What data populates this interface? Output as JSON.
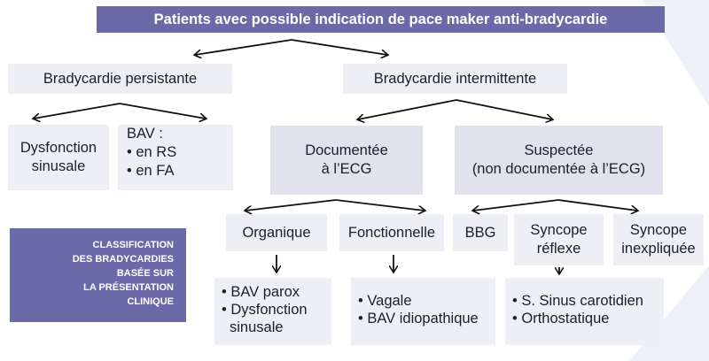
{
  "title": "Patients avec possible indication de pace maker anti-bradycardie",
  "level1": {
    "persistent": "Bradycardie persistante",
    "intermittent": "Bradycardie intermittente"
  },
  "persistent_children": {
    "dysfonction_lines": [
      "Dysfonction",
      "sinusale"
    ],
    "bav_title": "BAV :",
    "bav_items": [
      "• en RS",
      "• en FA"
    ]
  },
  "intermittent_children": {
    "documentee_lines": [
      "Documentée",
      "à l’ECG"
    ],
    "suspectee_lines": [
      "Suspectée",
      "(non documentée à l’ECG)"
    ]
  },
  "documentee_children": {
    "organique": "Organique",
    "fonctionnelle": "Fonctionnelle",
    "organique_items": [
      "• BAV parox",
      "• Dysfonction",
      "  sinusale"
    ],
    "fonctionnelle_items": [
      "• Vagale",
      "• BAV idiopathique"
    ]
  },
  "suspectee_children": {
    "bbg": "BBG",
    "syncope_reflexe_lines": [
      "Syncope",
      "réflexe"
    ],
    "syncope_inexpliquee_lines": [
      "Syncope",
      "inexpliquée"
    ],
    "reflexe_items": [
      "• S. Sinus carotidien",
      "• Orthostatique"
    ]
  },
  "classification_lines": [
    "CLASSIFICATION",
    "DES BRADYCARDIES",
    "BASÉE SUR",
    "LA PRÉSENTATION",
    "CLINIQUE"
  ],
  "colors": {
    "accent": "#6a6aa8",
    "box_fill": "#eeeef5",
    "text": "#1d1d2b"
  }
}
